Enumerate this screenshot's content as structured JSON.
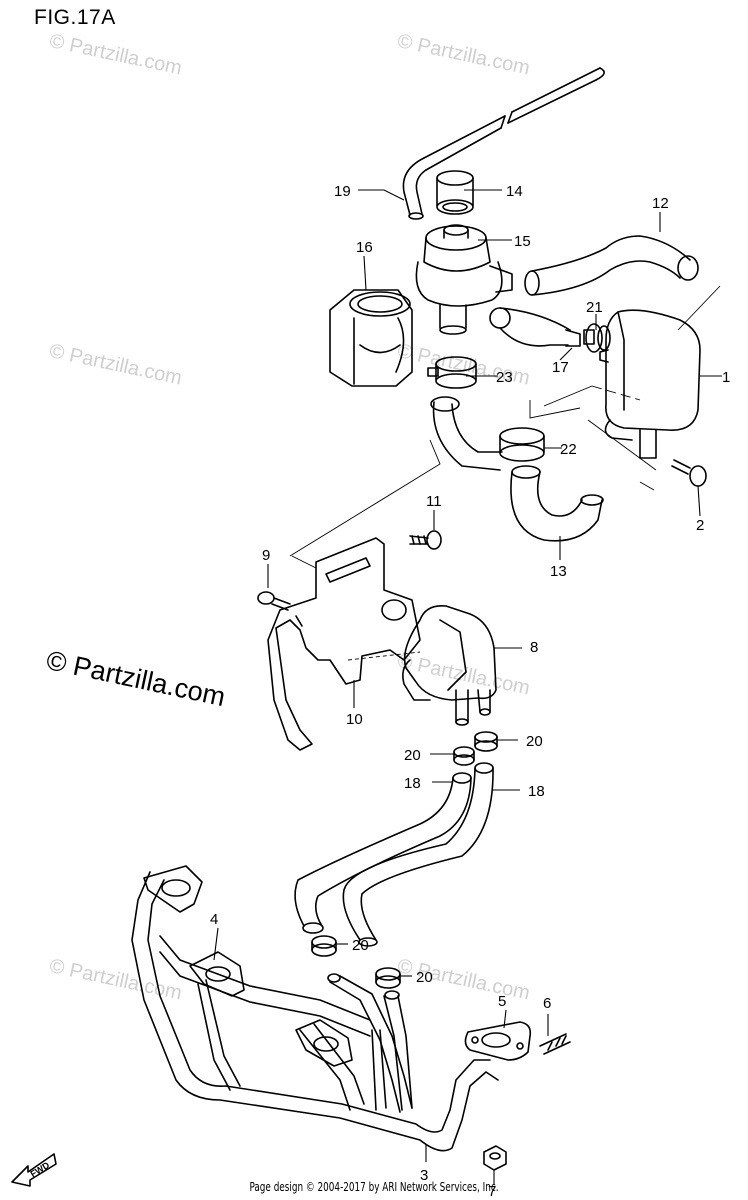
{
  "figure_title": "FIG.17A",
  "watermark": "© Partzilla.com",
  "watermark_large": "© Partzilla.com",
  "footer": "Page design © 2004-2017 by ARI Network Services, Inc.",
  "fwd_label": "FWD",
  "callouts": {
    "p1": "1",
    "p2": "2",
    "p3": "3",
    "p4": "4",
    "p5": "5",
    "p6": "6",
    "p7": "7",
    "p8": "8",
    "p9": "9",
    "p10": "10",
    "p11": "11",
    "p12": "12",
    "p13": "13",
    "p14": "14",
    "p15": "15",
    "p16": "16",
    "p17": "17",
    "p18a": "18",
    "p18b": "18",
    "p19": "19",
    "p20a": "20",
    "p20b": "20",
    "p20c": "20",
    "p20d": "20",
    "p21": "21",
    "p22": "22",
    "p23": "23"
  }
}
